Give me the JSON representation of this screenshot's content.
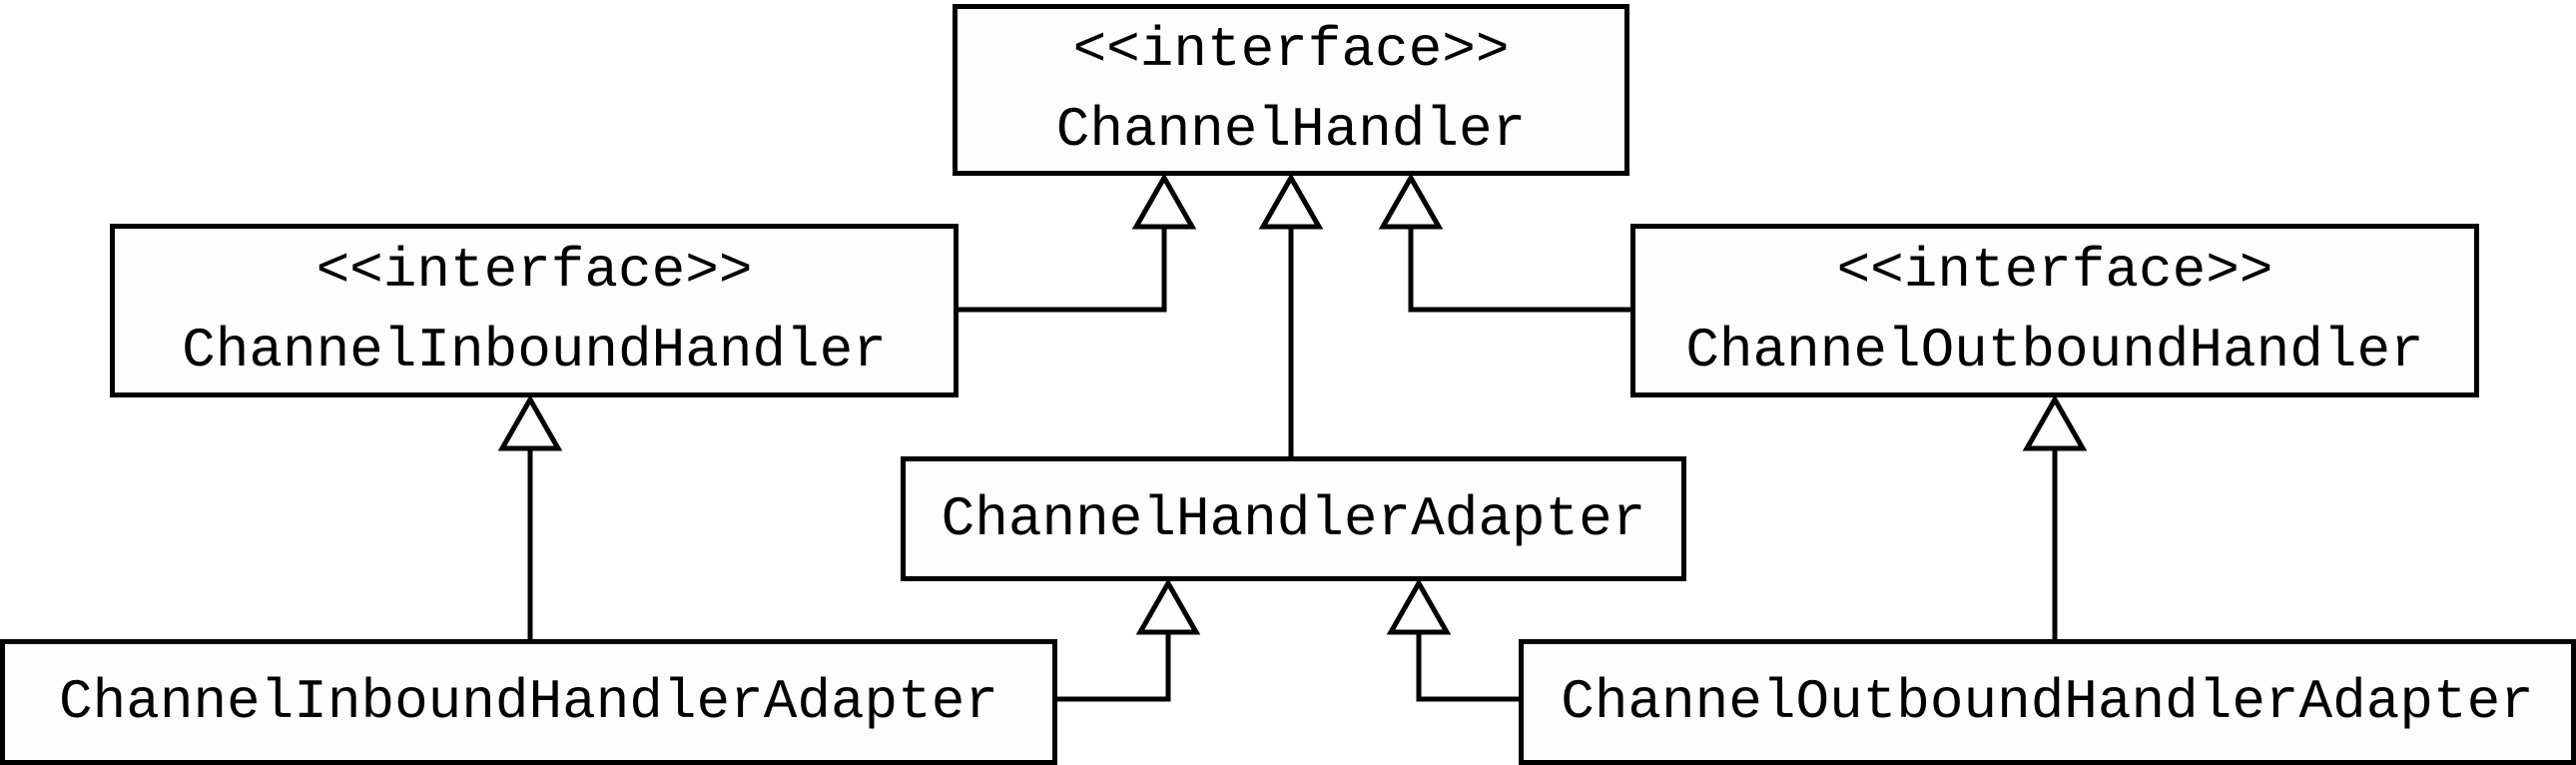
{
  "diagram": {
    "kind": "uml-class-diagram",
    "colors": {
      "background": "#ffffff",
      "box_fill": "#fdfdfd",
      "line": "#000000",
      "text": "#000000"
    },
    "arrow_style": "hollow-triangle-generalization",
    "nodes": [
      {
        "id": "channel-handler",
        "stereotype": "<<interface>>",
        "name": "ChannelHandler"
      },
      {
        "id": "channel-inbound-handler",
        "stereotype": "<<interface>>",
        "name": "ChannelInboundHandler"
      },
      {
        "id": "channel-outbound-handler",
        "stereotype": "<<interface>>",
        "name": "ChannelOutboundHandler"
      },
      {
        "id": "channel-handler-adapter",
        "stereotype": "",
        "name": "ChannelHandlerAdapter"
      },
      {
        "id": "channel-inbound-handler-adapter",
        "stereotype": "",
        "name": "ChannelInboundHandlerAdapter"
      },
      {
        "id": "channel-outbound-handler-adapter",
        "stereotype": "",
        "name": "ChannelOutboundHandlerAdapter"
      }
    ],
    "relationships": [
      {
        "from": "ChannelInboundHandler",
        "to": "ChannelHandler",
        "type": "generalization"
      },
      {
        "from": "ChannelHandlerAdapter",
        "to": "ChannelHandler",
        "type": "generalization"
      },
      {
        "from": "ChannelOutboundHandler",
        "to": "ChannelHandler",
        "type": "generalization"
      },
      {
        "from": "ChannelInboundHandlerAdapter",
        "to": "ChannelInboundHandler",
        "type": "generalization"
      },
      {
        "from": "ChannelInboundHandlerAdapter",
        "to": "ChannelHandlerAdapter",
        "type": "generalization"
      },
      {
        "from": "ChannelOutboundHandlerAdapter",
        "to": "ChannelHandlerAdapter",
        "type": "generalization"
      },
      {
        "from": "ChannelOutboundHandlerAdapter",
        "to": "ChannelOutboundHandler",
        "type": "generalization"
      }
    ]
  }
}
